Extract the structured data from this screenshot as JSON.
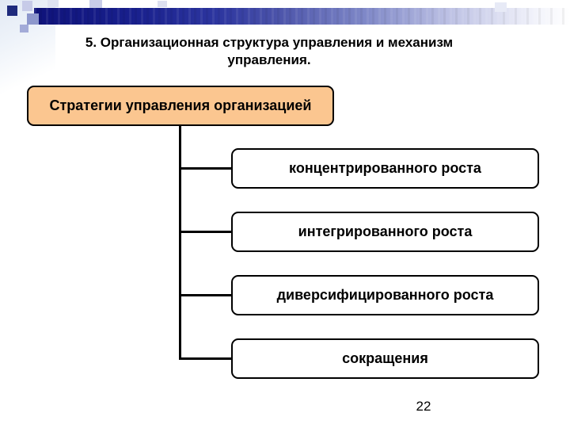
{
  "slide": {
    "title": {
      "line1": "5. Организационная структура управления и механизм",
      "line2": "управления."
    },
    "diagram": {
      "root": {
        "label": "Стратегии управления организацией"
      },
      "children": [
        {
          "label": "концентрированного роста"
        },
        {
          "label": "интегрированного роста"
        },
        {
          "label": "диверсифицированного роста"
        },
        {
          "label": "сокращения"
        }
      ]
    },
    "page_number": "22",
    "colors": {
      "header_bar_dark": "#0F137A",
      "header_bar_mid": "#4A52A9",
      "header_bar_light": "#C5C9E7",
      "root_box_fill": "#FBC690",
      "child_box_fill": "#FFFFFF",
      "box_border": "#000000",
      "connector": "#000000",
      "deco_square_dark": "#1F2A7C",
      "deco_square_medium": "#8D97CC",
      "deco_square_light": "#C7CBE8"
    }
  }
}
